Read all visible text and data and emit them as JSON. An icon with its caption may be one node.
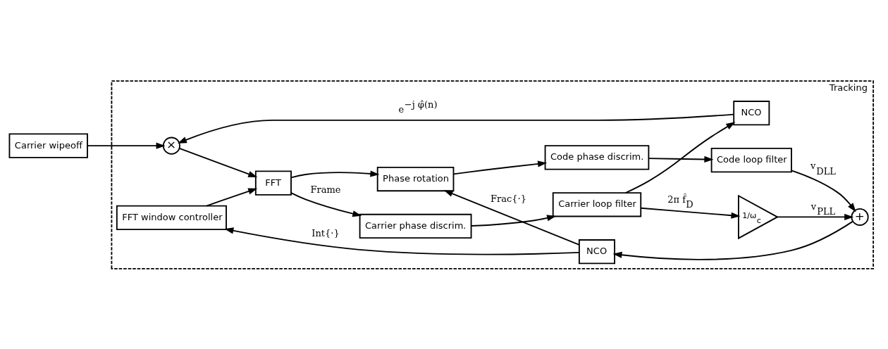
{
  "diagram": {
    "nodes": [
      {
        "text": [
          "Carrier wipeoff"
        ]
      },
      {
        "text": [
          "Tracking"
        ]
      },
      {
        "text": [
          "×"
        ],
        "in": 1
      },
      {
        "text": [
          "NCO"
        ],
        "in": 1
      },
      {
        "text": [
          "FFT"
        ],
        "in": 1
      },
      {
        "text": [
          "Carrier phase discrim."
        ],
        "in": 1
      },
      {
        "text": [
          "Carrier loop filter"
        ],
        "in": 1
      },
      {
        "text": [
          "1/ω$_{c}$"
        ],
        "in": 1
      },
      {
        "text": [
          "FFT window controller"
        ],
        "in": 1
      },
      {
        "text": [
          "Phase rotation"
        ],
        "in": 1
      },
      {
        "text": [
          "Code phase discrim."
        ],
        "in": 1
      },
      {
        "text": [
          "Code loop filter"
        ],
        "in": 1
      },
      {
        "text": [
          "NCO"
        ],
        "in": 1
      },
      {
        "text": [
          "+"
        ],
        "in": 1
      }
    ],
    "edges": [
      {
        "from": 0,
        "to": 2,
        "arrow": "to"
      },
      {
        "from": 3,
        "to": 2,
        "arrow": "to",
        "label": "e$^{−j φ̂(n)}$"
      },
      {
        "from": 2,
        "to": 4,
        "arrow": "to"
      },
      {
        "from": 4,
        "to": 5,
        "arrow": "to",
        "label": "Frame"
      },
      {
        "from": 4,
        "to": 9,
        "arrow": "to"
      },
      {
        "from": 5,
        "to": 6,
        "arrow": "to"
      },
      {
        "from": 6,
        "to": 7,
        "arrow": "to",
        "label": "2π f̂$_{D}$"
      },
      {
        "from": 6,
        "to": 3,
        "arrow": "to"
      },
      {
        "from": 8,
        "to": 4,
        "arrow": "to"
      },
      {
        "from": 9,
        "to": 10,
        "arrow": "to"
      },
      {
        "from": 10,
        "to": 11,
        "arrow": "to"
      },
      {
        "from": 11,
        "to": 13,
        "arrow": "to",
        "label": "v$_{DLL}$"
      },
      {
        "from": 7,
        "to": 13,
        "arrow": "to",
        "label": "v$_{PLL}$"
      },
      {
        "from": 13,
        "to": 12,
        "arrow": "to"
      },
      {
        "from": 12,
        "to": 9,
        "arrow": "to",
        "label": "Frac{·}"
      },
      {
        "from": 12,
        "to": 8,
        "arrow": "to",
        "label": "Int{·}"
      }
    ]
  }
}
